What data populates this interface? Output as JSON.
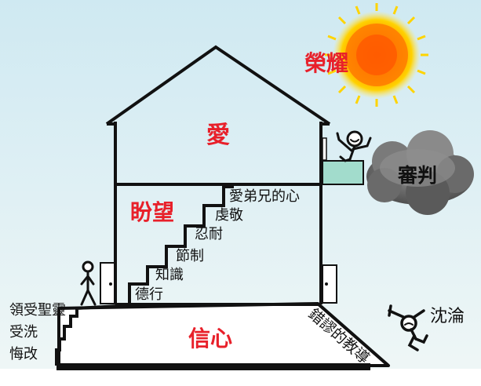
{
  "labels": {
    "glory": "榮耀",
    "love": "愛",
    "judgment": "審判",
    "hope": "盼望",
    "faith": "信心",
    "perish": "沈淪",
    "false_teaching": "錯謬的教導"
  },
  "steps_upper": [
    "愛弟兄的心",
    "虔敬",
    "忍耐",
    "節制",
    "知識",
    "德行"
  ],
  "steps_lower": [
    "領受聖靈",
    "受洗",
    "悔改"
  ],
  "colors": {
    "sky_top": "#d4ecf3",
    "sky_bottom": "#edf6f6",
    "red_text": "#e8202a",
    "sun_core": "#ff6a00",
    "sun_rays": "#ffd000",
    "balcony": "#9cd8c8",
    "cloud": "#6e6e6e"
  }
}
